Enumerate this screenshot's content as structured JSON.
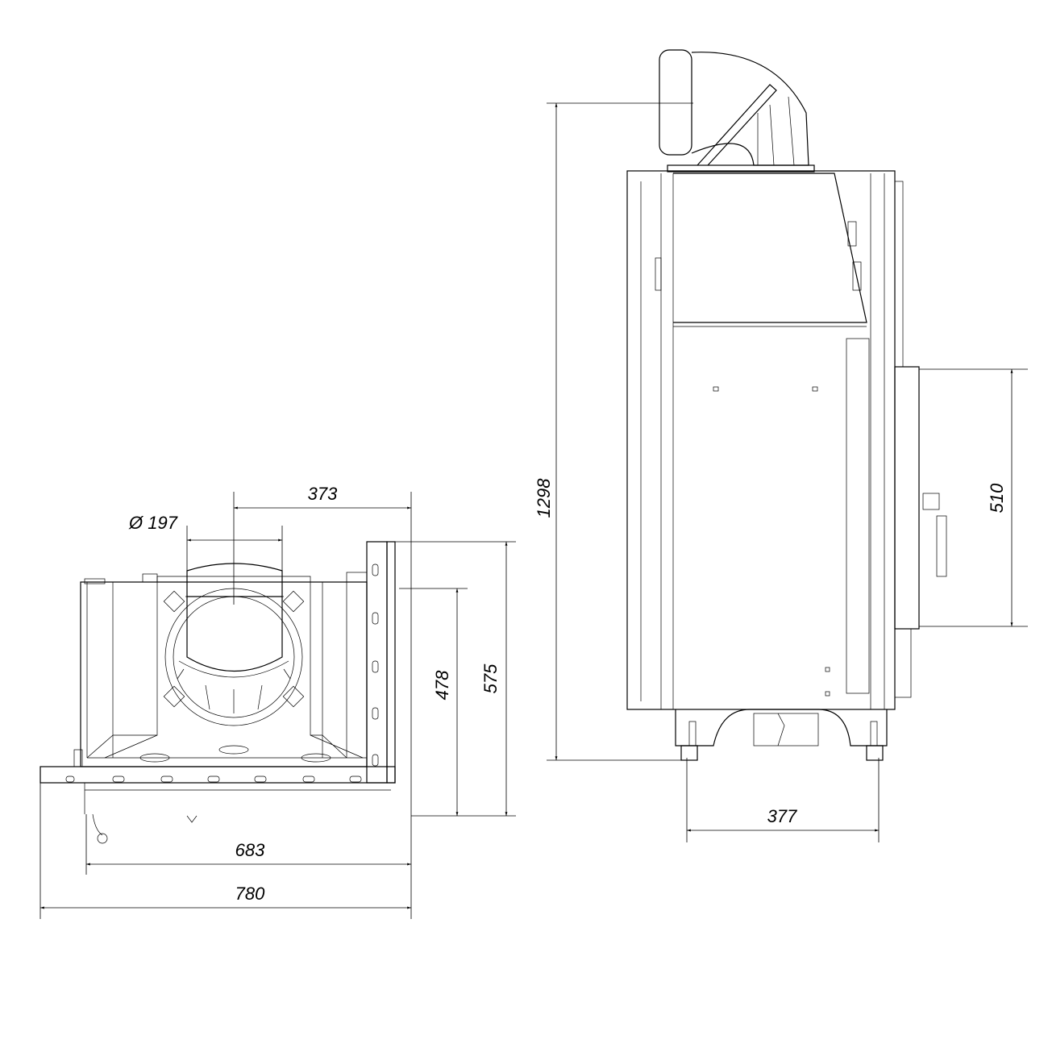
{
  "dimensions": {
    "flue_offset": "373",
    "flue_diameter": "Ø 197",
    "depth_inner": "478",
    "depth_outer": "575",
    "width_inner": "683",
    "width_outer": "780",
    "total_height": "1298",
    "door_height": "510",
    "foot_spacing": "377"
  },
  "colors": {
    "line": "#000000",
    "background": "#ffffff"
  }
}
